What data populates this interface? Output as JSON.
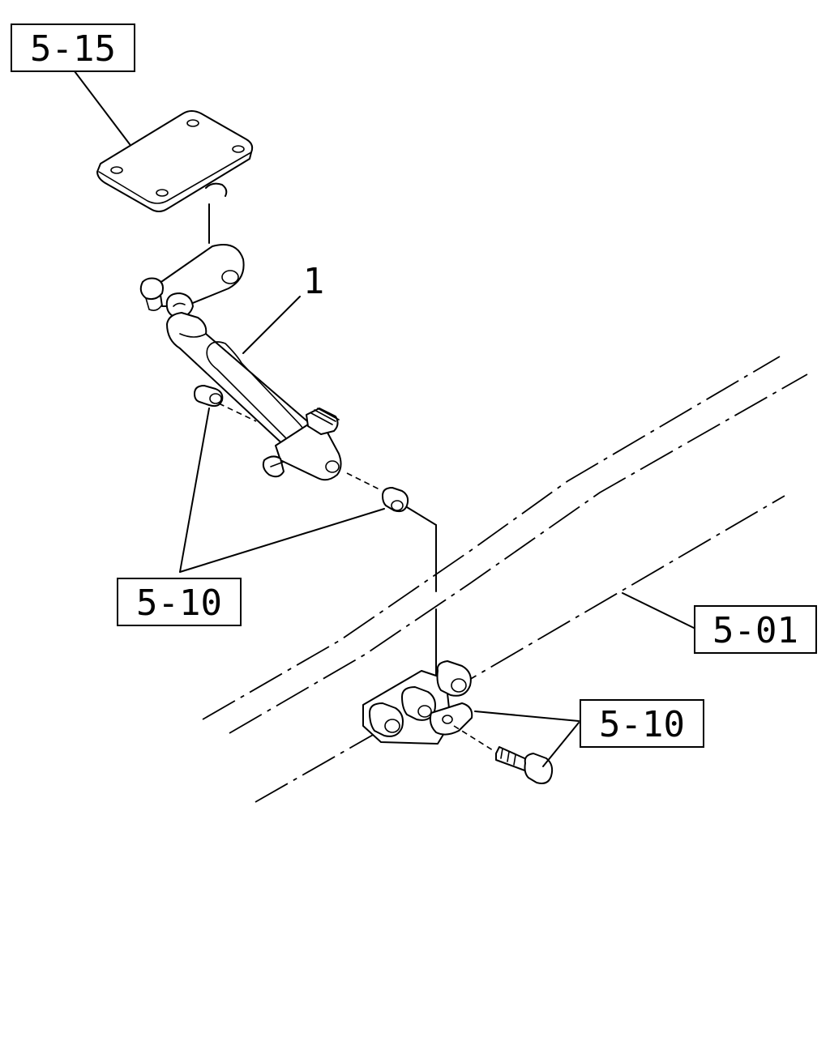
{
  "callouts": {
    "top": "5-15",
    "left": "5-10",
    "right": "5-01",
    "bottom": "5-10"
  },
  "part_number": "1"
}
